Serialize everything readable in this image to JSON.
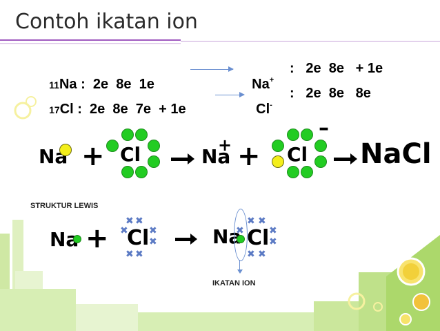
{
  "title": "Contoh ikatan ion",
  "eq1": {
    "num": "11",
    "sym": "Na",
    "config": " :  2e  8e  1e",
    "ion": "Na",
    "ion_charge": "+",
    "ion_config": ":   2e  8e   + 1e"
  },
  "eq2": {
    "num": "17",
    "sym": "Cl",
    "config": " :  2e  8e  7e  + 1e",
    "ion": "Cl",
    "ion_charge": "-",
    "ion_config": ":   2e  8e   8e"
  },
  "reaction": {
    "na": "Na",
    "plus": "+",
    "cl": "Cl",
    "na_ion": "Na",
    "na_charge": "+",
    "plus2": "+",
    "cl_ion": "Cl",
    "cl_charge": "–",
    "product": "NaCl"
  },
  "lewis": {
    "label": "STRUKTUR LEWIS",
    "na": "Na",
    "plus": "+",
    "cl": "Cl",
    "na2": "Na",
    "cl2": "Cl",
    "bond_label": "IKATAN ION"
  },
  "colors": {
    "electron_cl": "#22cc22",
    "electron_na": "#f3ee1a",
    "lewis_x": "#5b7ac4",
    "accent_line": "#a05ac0",
    "decor_green": "#b6e07a"
  }
}
